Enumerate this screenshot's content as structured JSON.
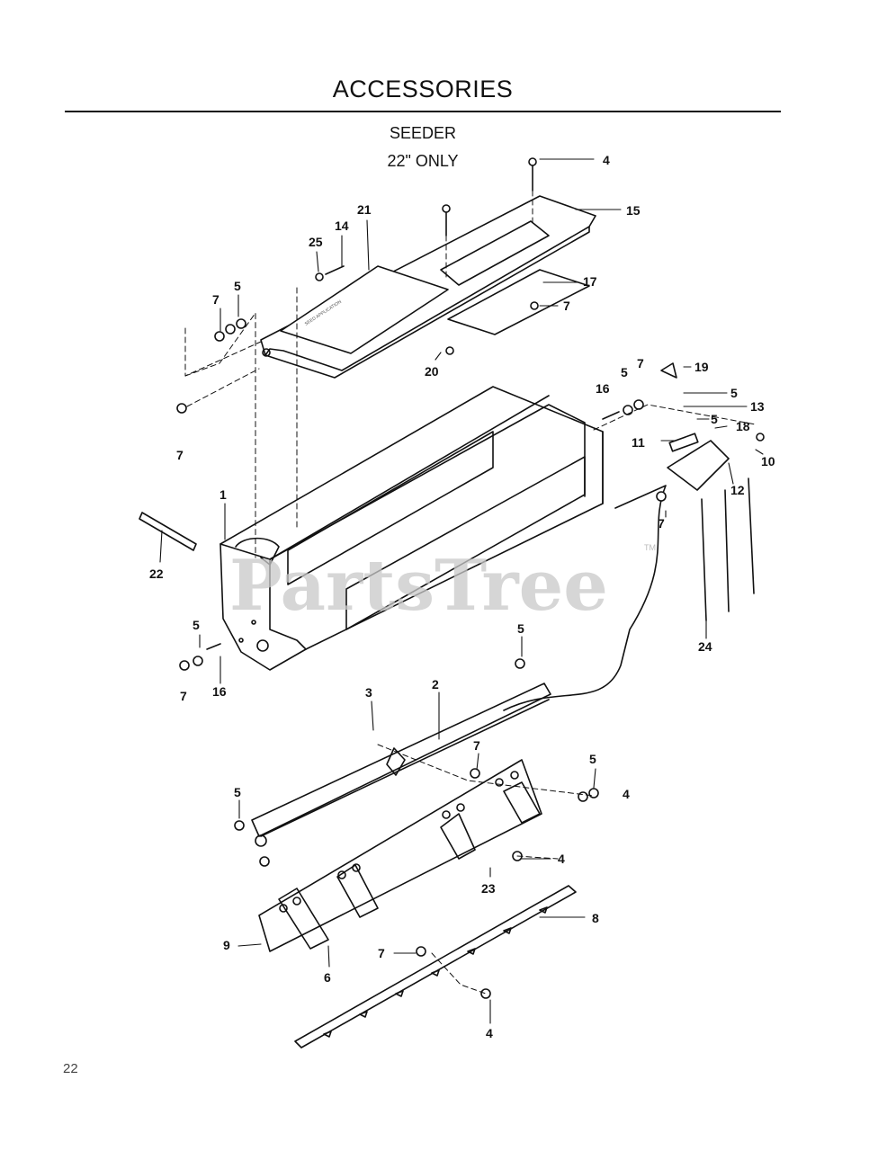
{
  "header": {
    "title": "ACCESSORIES",
    "subtitle": "SEEDER",
    "variant": "22\" ONLY"
  },
  "watermark": {
    "text": "PartsTree",
    "tm": "TM"
  },
  "page_number": "22",
  "callouts": {
    "c1": "1",
    "c2": "2",
    "c3": "3",
    "c4a": "4",
    "c4b": "4",
    "c4c": "4",
    "c4d": "4",
    "c5a": "5",
    "c5b": "5",
    "c5c": "5",
    "c5d": "5",
    "c5e": "5",
    "c5f": "5",
    "c5g": "5",
    "c6": "6",
    "c7a": "7",
    "c7b": "7",
    "c7c": "7",
    "c7d": "7",
    "c7e": "7",
    "c7f": "7",
    "c7g": "7",
    "c7h": "7",
    "c8": "8",
    "c9": "9",
    "c10": "10",
    "c11": "11",
    "c12": "12",
    "c13": "13",
    "c14": "14",
    "c15": "15",
    "c16a": "16",
    "c16b": "16",
    "c17": "17",
    "c18": "18",
    "c19": "19",
    "c20": "20",
    "c21": "21",
    "c22": "22",
    "c23": "23",
    "c24": "24",
    "c25": "25"
  }
}
